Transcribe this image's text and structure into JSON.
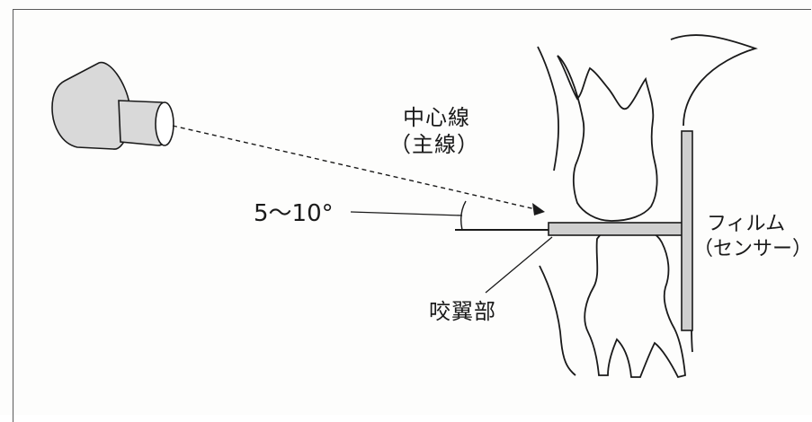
{
  "labels": {
    "center_line": "中心線",
    "main_line": "（主線）",
    "angle": "5〜10°",
    "bite_wing": "咬翼部",
    "film": "フィルム",
    "sensor": "（センサー）"
  },
  "colors": {
    "line": "#1a1a1a",
    "tube_fill": "#d9d9d9",
    "film_fill": "#cfcfcf",
    "frame": "#5a5a5a"
  }
}
